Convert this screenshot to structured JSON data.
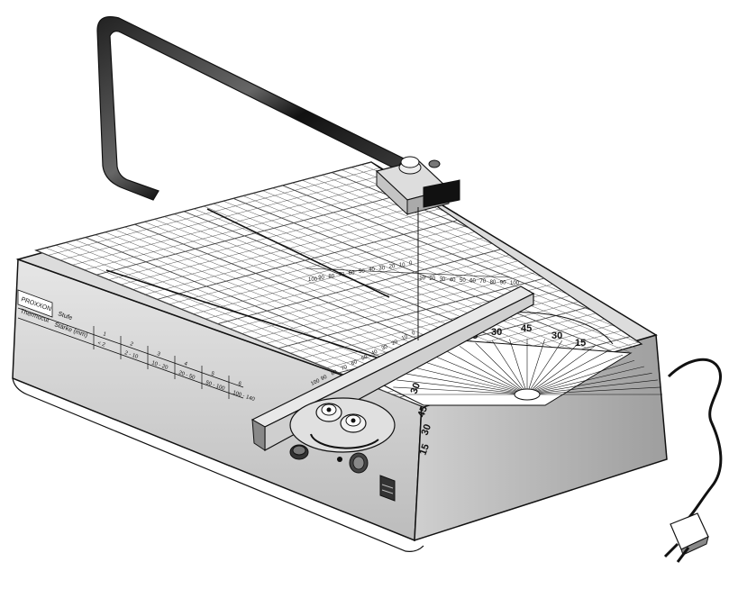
{
  "panel": {
    "brand": "PROXXON",
    "product": "Thermocut",
    "stufe_label": "Stufe",
    "staerke_label": "Stärke (mm)",
    "levels": [
      {
        "step": "1",
        "range": "< 2"
      },
      {
        "step": "2",
        "range": "2 - 10"
      },
      {
        "step": "3",
        "range": "10 - 20"
      },
      {
        "step": "4",
        "range": "20 - 50"
      },
      {
        "step": "5",
        "range": "50 - 100"
      },
      {
        "step": "6",
        "range": "100 - 140"
      }
    ]
  },
  "protractor": {
    "top_labels": [
      "15",
      "30",
      "45",
      "30",
      "15"
    ],
    "side_labels": [
      "15",
      "30",
      "45",
      "30",
      "15"
    ]
  },
  "rulers": {
    "back_ruler": [
      "100",
      "90",
      "80",
      "70",
      "60",
      "50",
      "40",
      "30",
      "20",
      "10",
      "0",
      "10",
      "20",
      "30",
      "40",
      "50",
      "60",
      "70",
      "80",
      "90",
      "100"
    ],
    "fence_ruler": [
      "100",
      "90",
      "80",
      "70",
      "60",
      "50",
      "40",
      "30",
      "20",
      "10",
      "0"
    ]
  },
  "colors": {
    "outline": "#111111",
    "housing": "#d9d9d9",
    "housing_shadow": "#bdbdbd",
    "table": "#ffffff",
    "grid": "#444444",
    "arm_dark": "#1a1a1a"
  }
}
